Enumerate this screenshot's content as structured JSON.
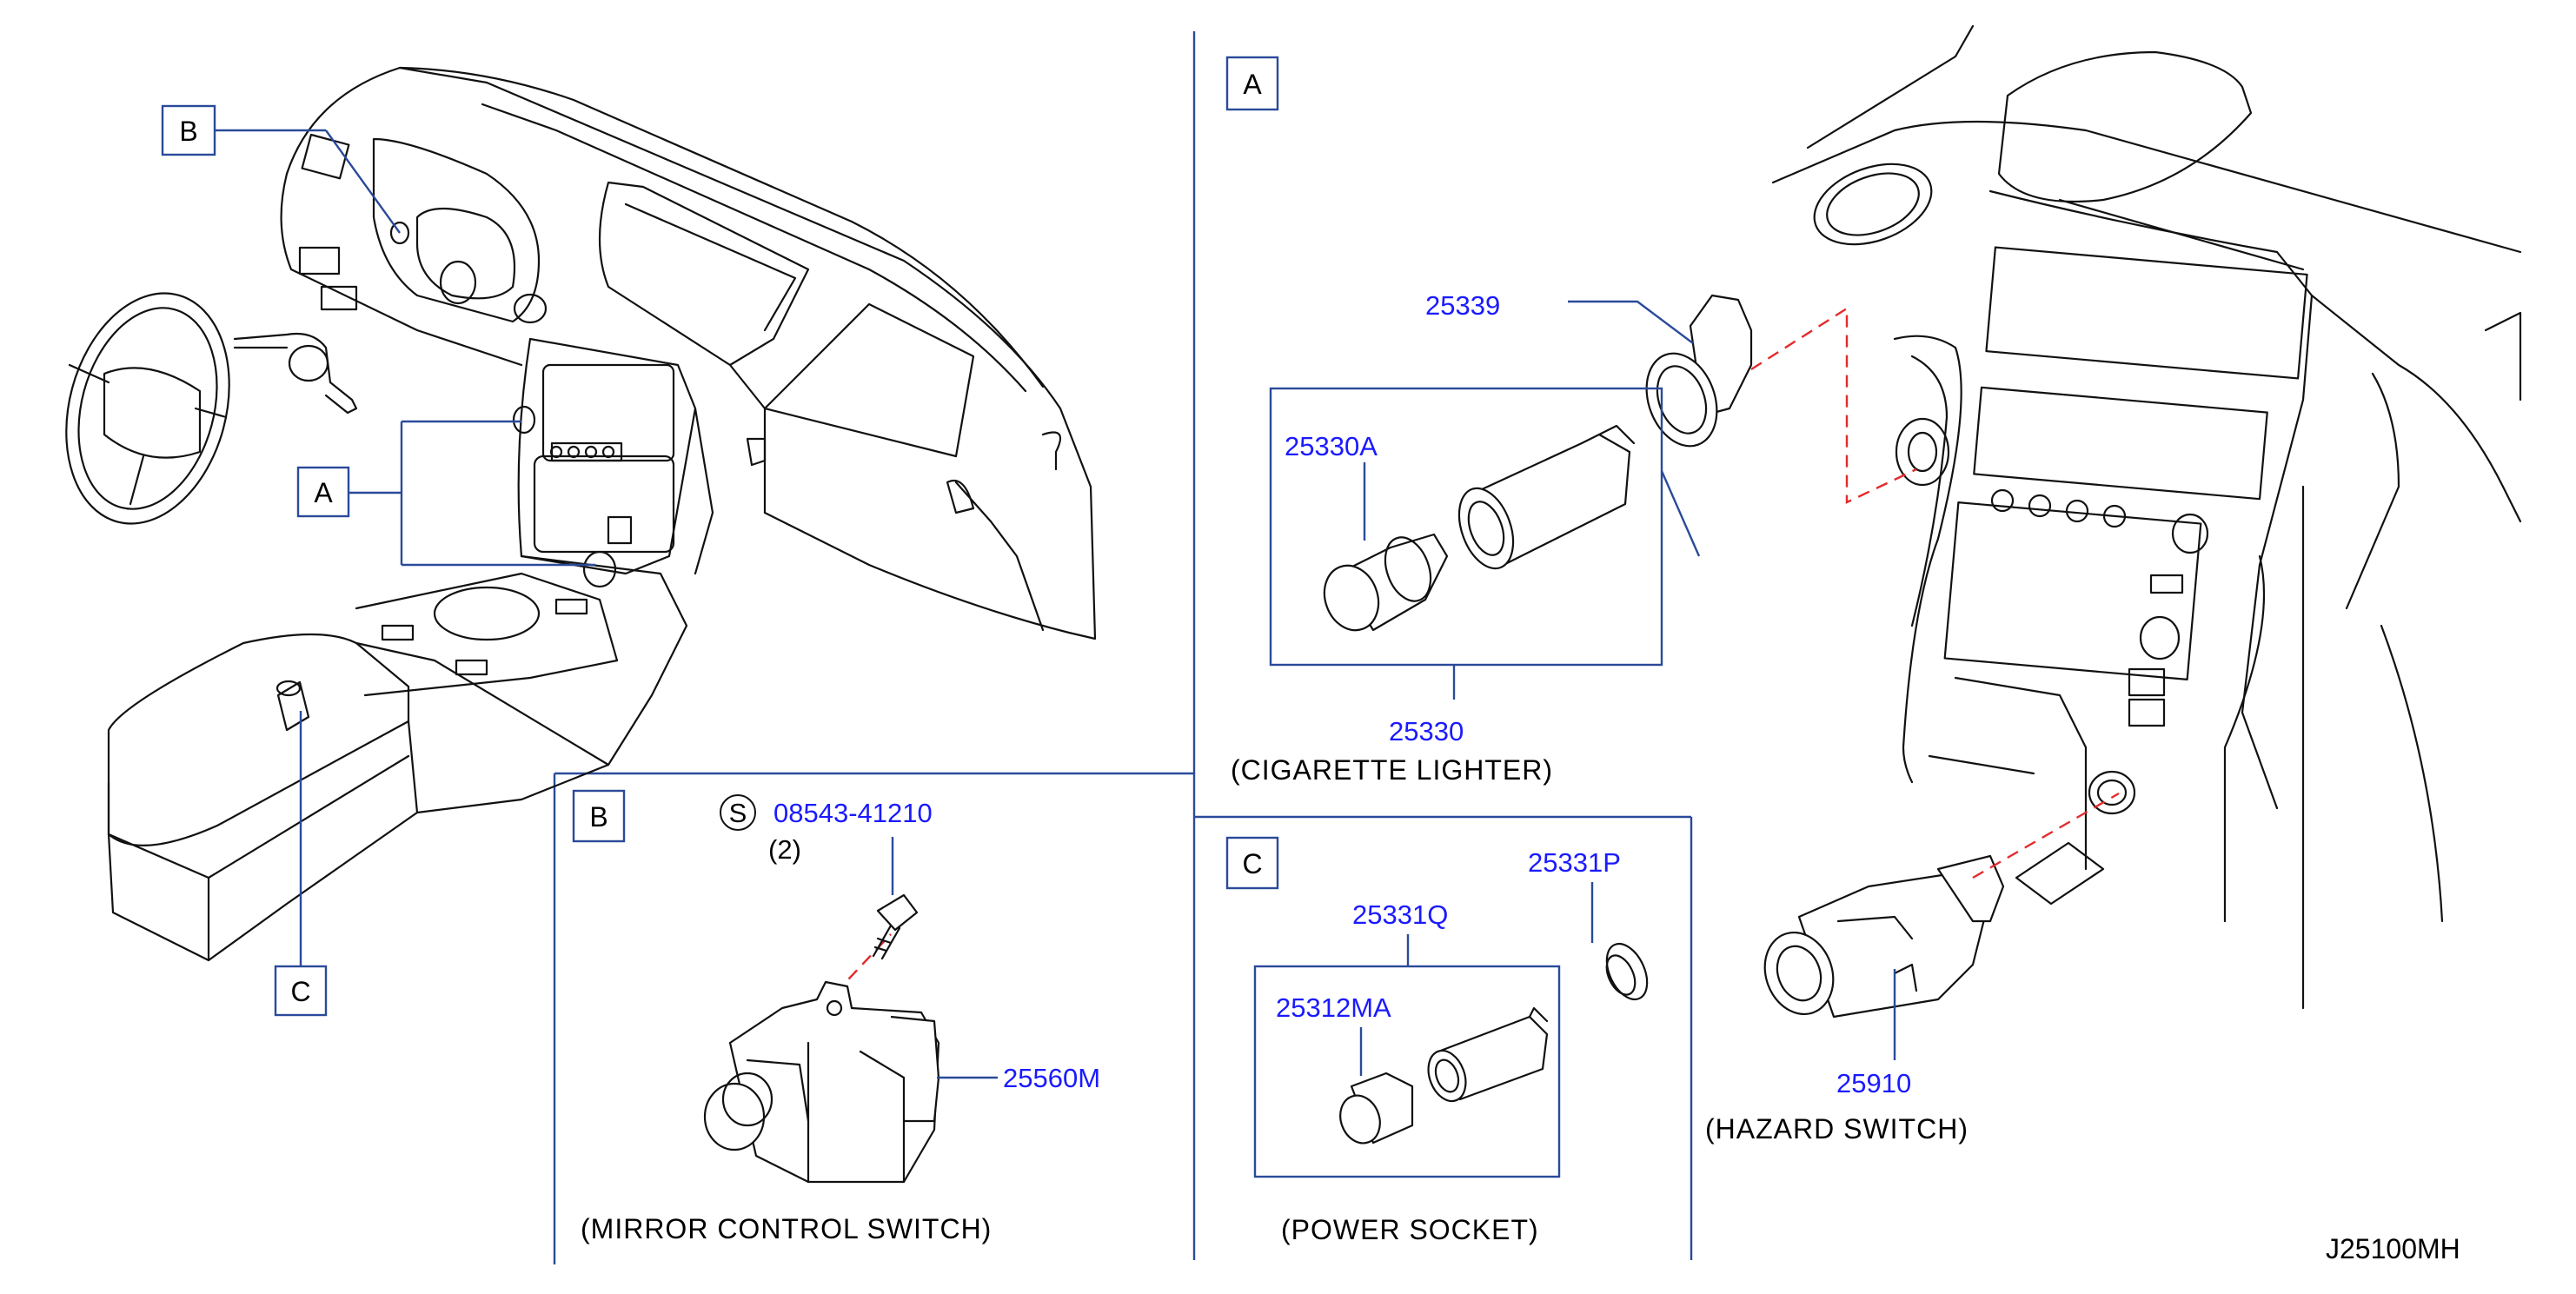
{
  "section_boxes": {
    "dash_a": "A",
    "dash_b": "B",
    "dash_c": "C",
    "panel_a": "A",
    "panel_b": "B",
    "panel_c": "C"
  },
  "parts": {
    "p25339": "25339",
    "p25330a": "25330A",
    "p25330": "25330",
    "p25331p": "25331P",
    "p25331q": "25331Q",
    "p25312ma": "25312MA",
    "p25560m": "25560M",
    "p25910": "25910",
    "screw_symbol": "S",
    "screw_number": "08543-41210",
    "screw_qty": "(2)"
  },
  "captions": {
    "cigarette_lighter": "(CIGARETTE   LIGHTER)",
    "mirror_control_switch": "(MIRROR   CONTROL   SWITCH)",
    "power_socket": "(POWER   SOCKET)",
    "hazard_switch": "(HAZARD   SWITCH)"
  },
  "diagram_code": "J25100MH",
  "colors": {
    "part_number": "#1a1aff",
    "leader_line": "#2a4a9a",
    "dashed_guide": "#e32b2b",
    "drawing": "#111111"
  }
}
